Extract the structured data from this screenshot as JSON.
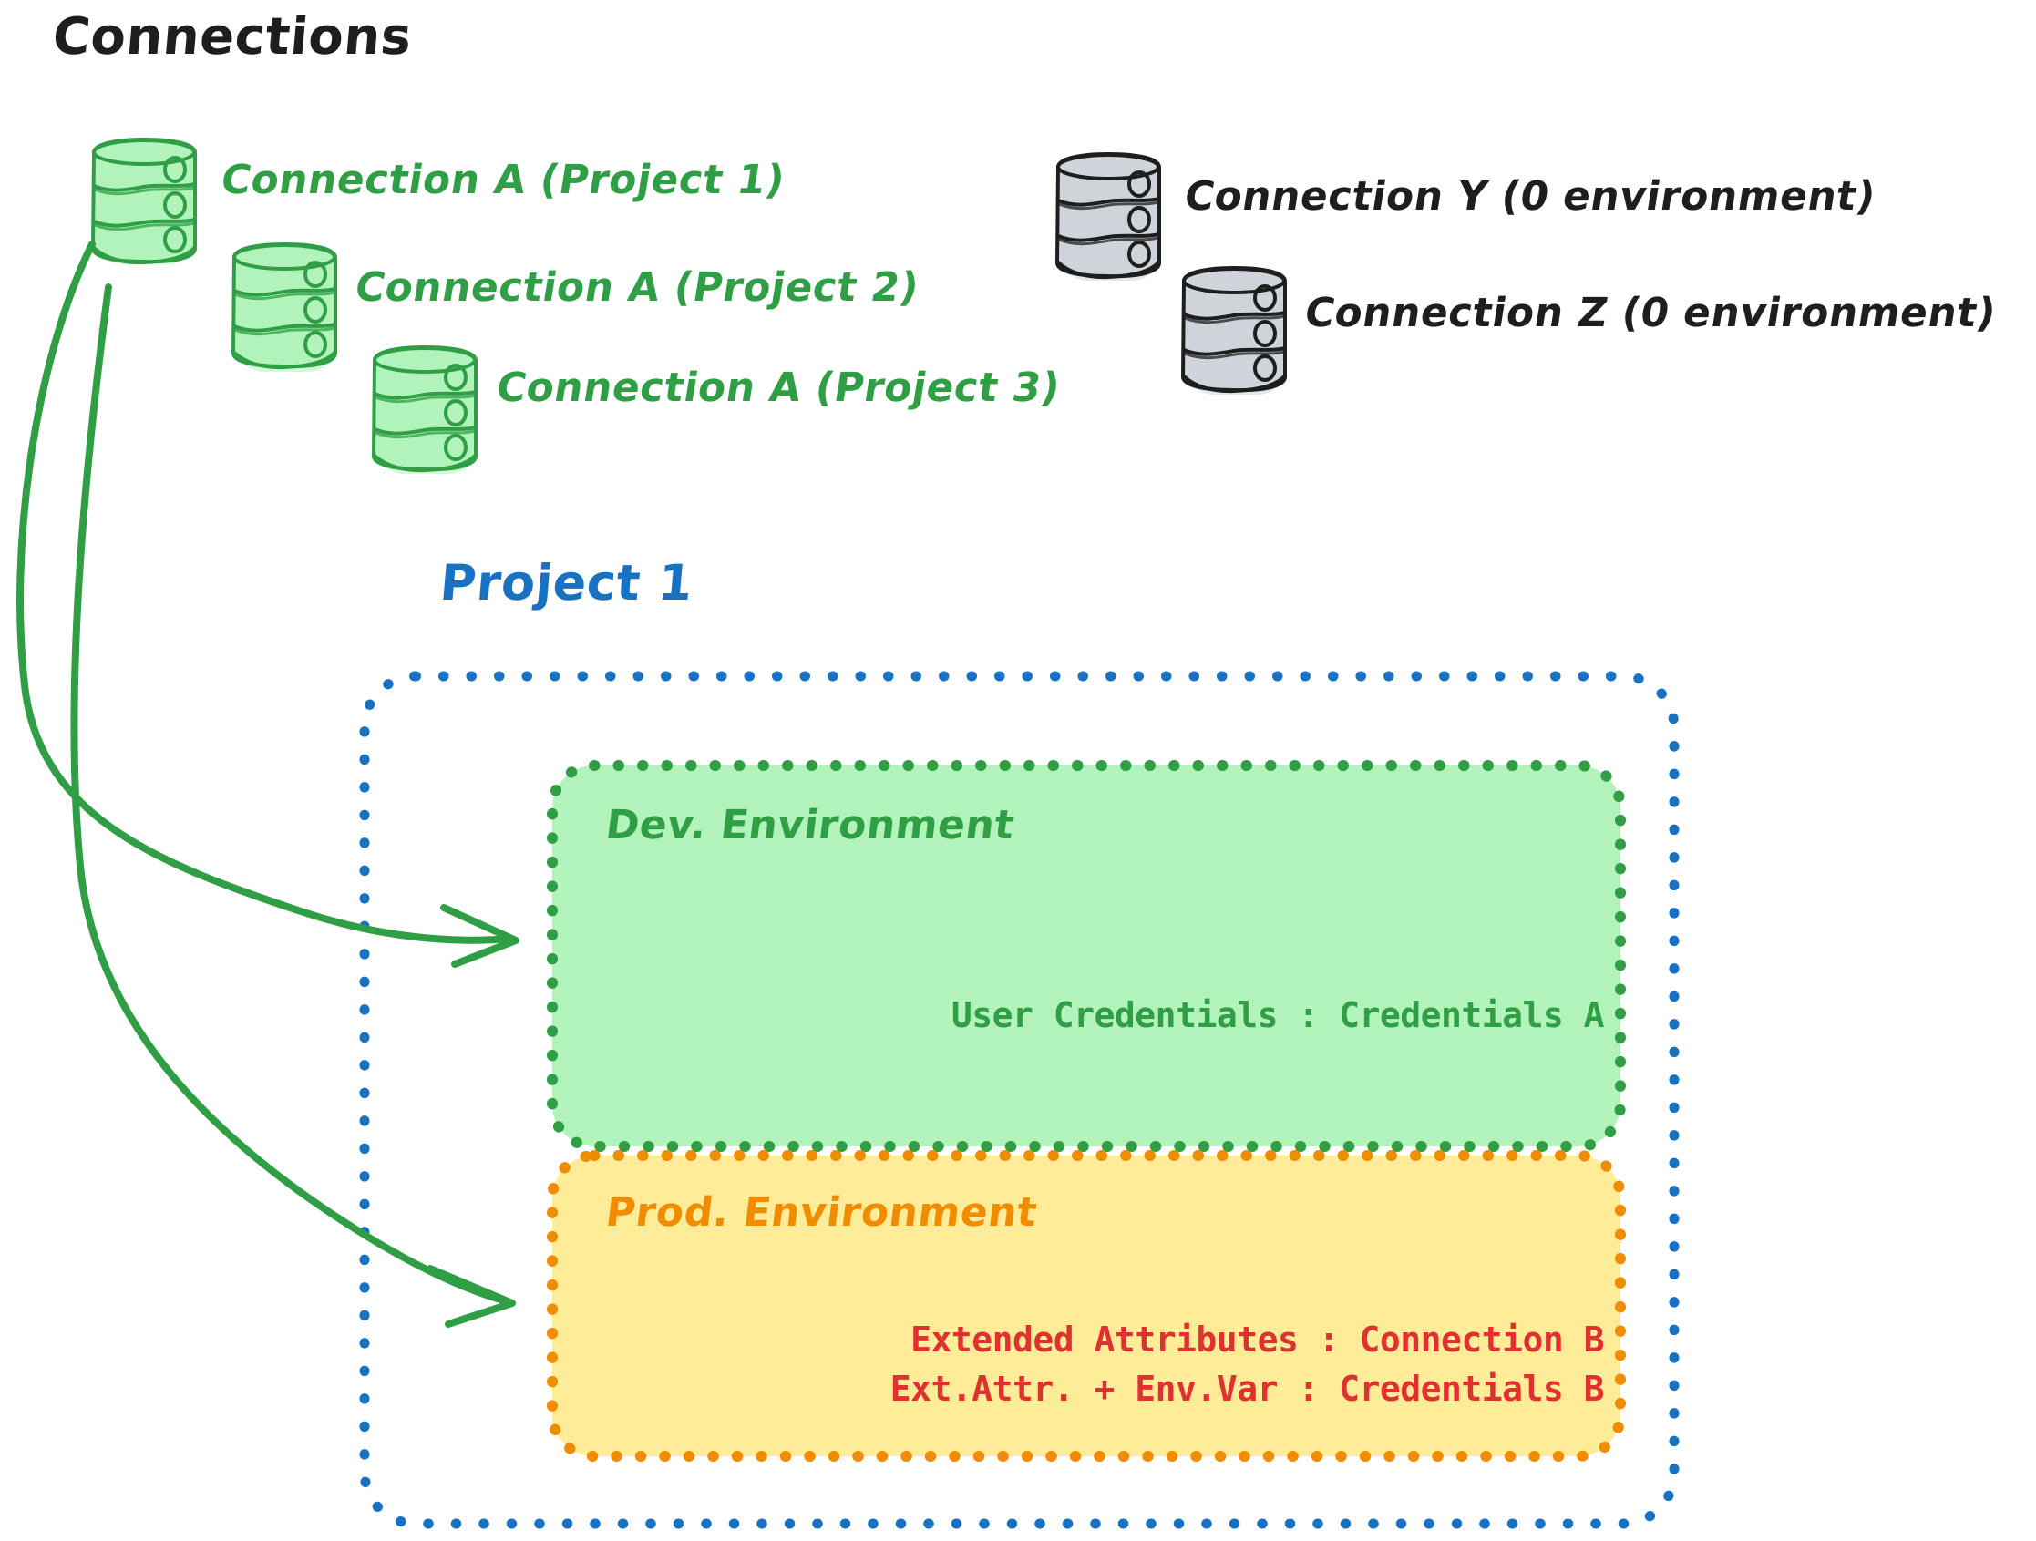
{
  "diagram": {
    "title": "Connections",
    "project_label": "Project 1",
    "colors": {
      "green_stroke": "#2f9e44",
      "green_fill": "#b2f2bb",
      "gray_stroke": "#1e1e1e",
      "gray_fill": "#ced4da",
      "blue": "#1971c2",
      "orange": "#f08c00",
      "yellow_fill": "#ffec99",
      "red": "#e03131",
      "black": "#1e1e1e"
    }
  },
  "connections": {
    "green": [
      {
        "id": "conn-a-project-1",
        "label": "Connection A (Project 1)",
        "icon": "database-cylinder-icon"
      },
      {
        "id": "conn-a-project-2",
        "label": "Connection A (Project 2)",
        "icon": "database-cylinder-icon"
      },
      {
        "id": "conn-a-project-3",
        "label": "Connection A (Project 3)",
        "icon": "database-cylinder-icon"
      }
    ],
    "gray": [
      {
        "id": "conn-y",
        "label": "Connection Y (0 environment)",
        "icon": "database-cylinder-icon"
      },
      {
        "id": "conn-z",
        "label": "Connection Z (0 environment)",
        "icon": "database-cylinder-icon"
      }
    ]
  },
  "project": {
    "label": "Project 1",
    "environments": [
      {
        "id": "dev",
        "title": "Dev. Environment",
        "rows": [
          "User Credentials : Credentials A"
        ]
      },
      {
        "id": "prod",
        "title": "Prod. Environment",
        "rows": [
          "Extended Attributes : Connection B",
          "Ext.Attr. + Env.Var : Credentials B"
        ]
      }
    ]
  },
  "arrows": [
    {
      "id": "arrow-conn-a-to-dev",
      "from": "conn-a-project-1",
      "to": "dev"
    },
    {
      "id": "arrow-conn-a-to-prod",
      "from": "conn-a-project-1",
      "to": "prod"
    }
  ]
}
